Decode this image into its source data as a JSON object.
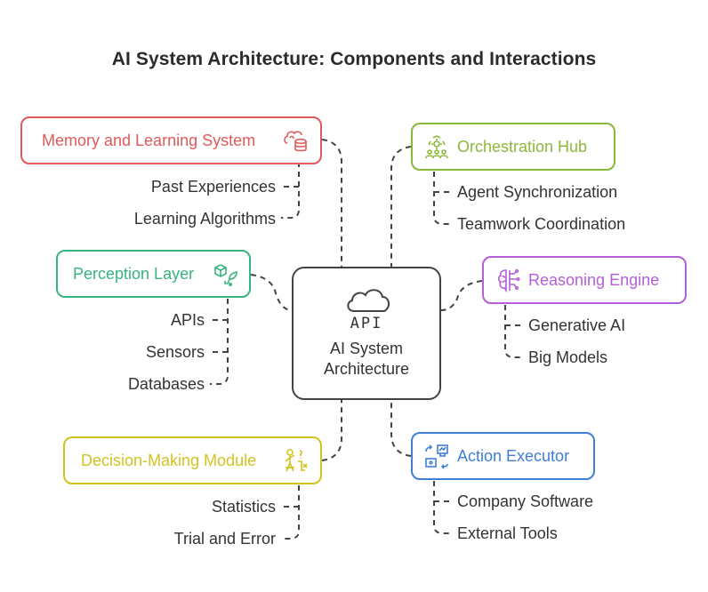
{
  "title": "AI System Architecture: Components and Interactions",
  "center": {
    "icon_text": "API",
    "line1": "AI System",
    "line2": "Architecture",
    "icon": "cloud-icon"
  },
  "nodes": {
    "memory": {
      "label": "Memory and Learning System",
      "color": "#e05a5a",
      "icon": "brain-database-icon",
      "items": [
        "Past Experiences",
        "Learning Algorithms"
      ]
    },
    "orchestration": {
      "label": "Orchestration Hub",
      "color": "#8cb83a",
      "icon": "team-hub-icon",
      "items": [
        "Agent Synchronization",
        "Teamwork Coordination"
      ]
    },
    "perception": {
      "label": "Perception Layer",
      "color": "#35b47e",
      "icon": "cube-sensor-icon",
      "items": [
        "APIs",
        "Sensors",
        "Databases"
      ]
    },
    "reasoning": {
      "label": "Reasoning Engine",
      "color": "#b45ed8",
      "icon": "circuit-brain-icon",
      "items": [
        "Generative AI",
        "Big Models"
      ]
    },
    "decision": {
      "label": "Decision-Making Module",
      "color": "#d3c21e",
      "icon": "person-choice-icon",
      "items": [
        "Statistics",
        "Trial and Error"
      ]
    },
    "action": {
      "label": "Action Executor",
      "color": "#3f7fd6",
      "icon": "workflow-monitor-icon",
      "items": [
        "Company Software",
        "External Tools"
      ]
    }
  }
}
